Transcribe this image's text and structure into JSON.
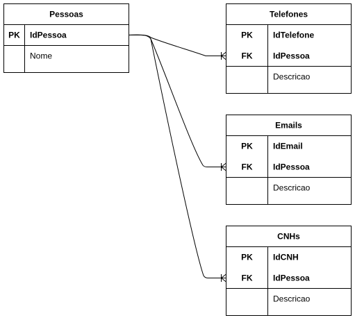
{
  "entities": {
    "pessoas": {
      "title": "Pessoas",
      "rows": [
        {
          "key": "PK",
          "name": "IdPessoa"
        },
        {
          "key": "",
          "name": "Nome"
        }
      ]
    },
    "telefones": {
      "title": "Telefones",
      "rows": [
        {
          "key": "PK",
          "name": "IdTelefone"
        },
        {
          "key": "FK",
          "name": "IdPessoa"
        },
        {
          "key": "",
          "name": "Descricao"
        }
      ]
    },
    "emails": {
      "title": "Emails",
      "rows": [
        {
          "key": "PK",
          "name": "IdEmail"
        },
        {
          "key": "FK",
          "name": "IdPessoa"
        },
        {
          "key": "",
          "name": "Descricao"
        }
      ]
    },
    "cnhs": {
      "title": "CNHs",
      "rows": [
        {
          "key": "PK",
          "name": "IdCNH"
        },
        {
          "key": "FK",
          "name": "IdPessoa"
        },
        {
          "key": "",
          "name": "Descricao"
        }
      ]
    }
  },
  "colors": {
    "line": "#000000",
    "background": "#ffffff"
  }
}
